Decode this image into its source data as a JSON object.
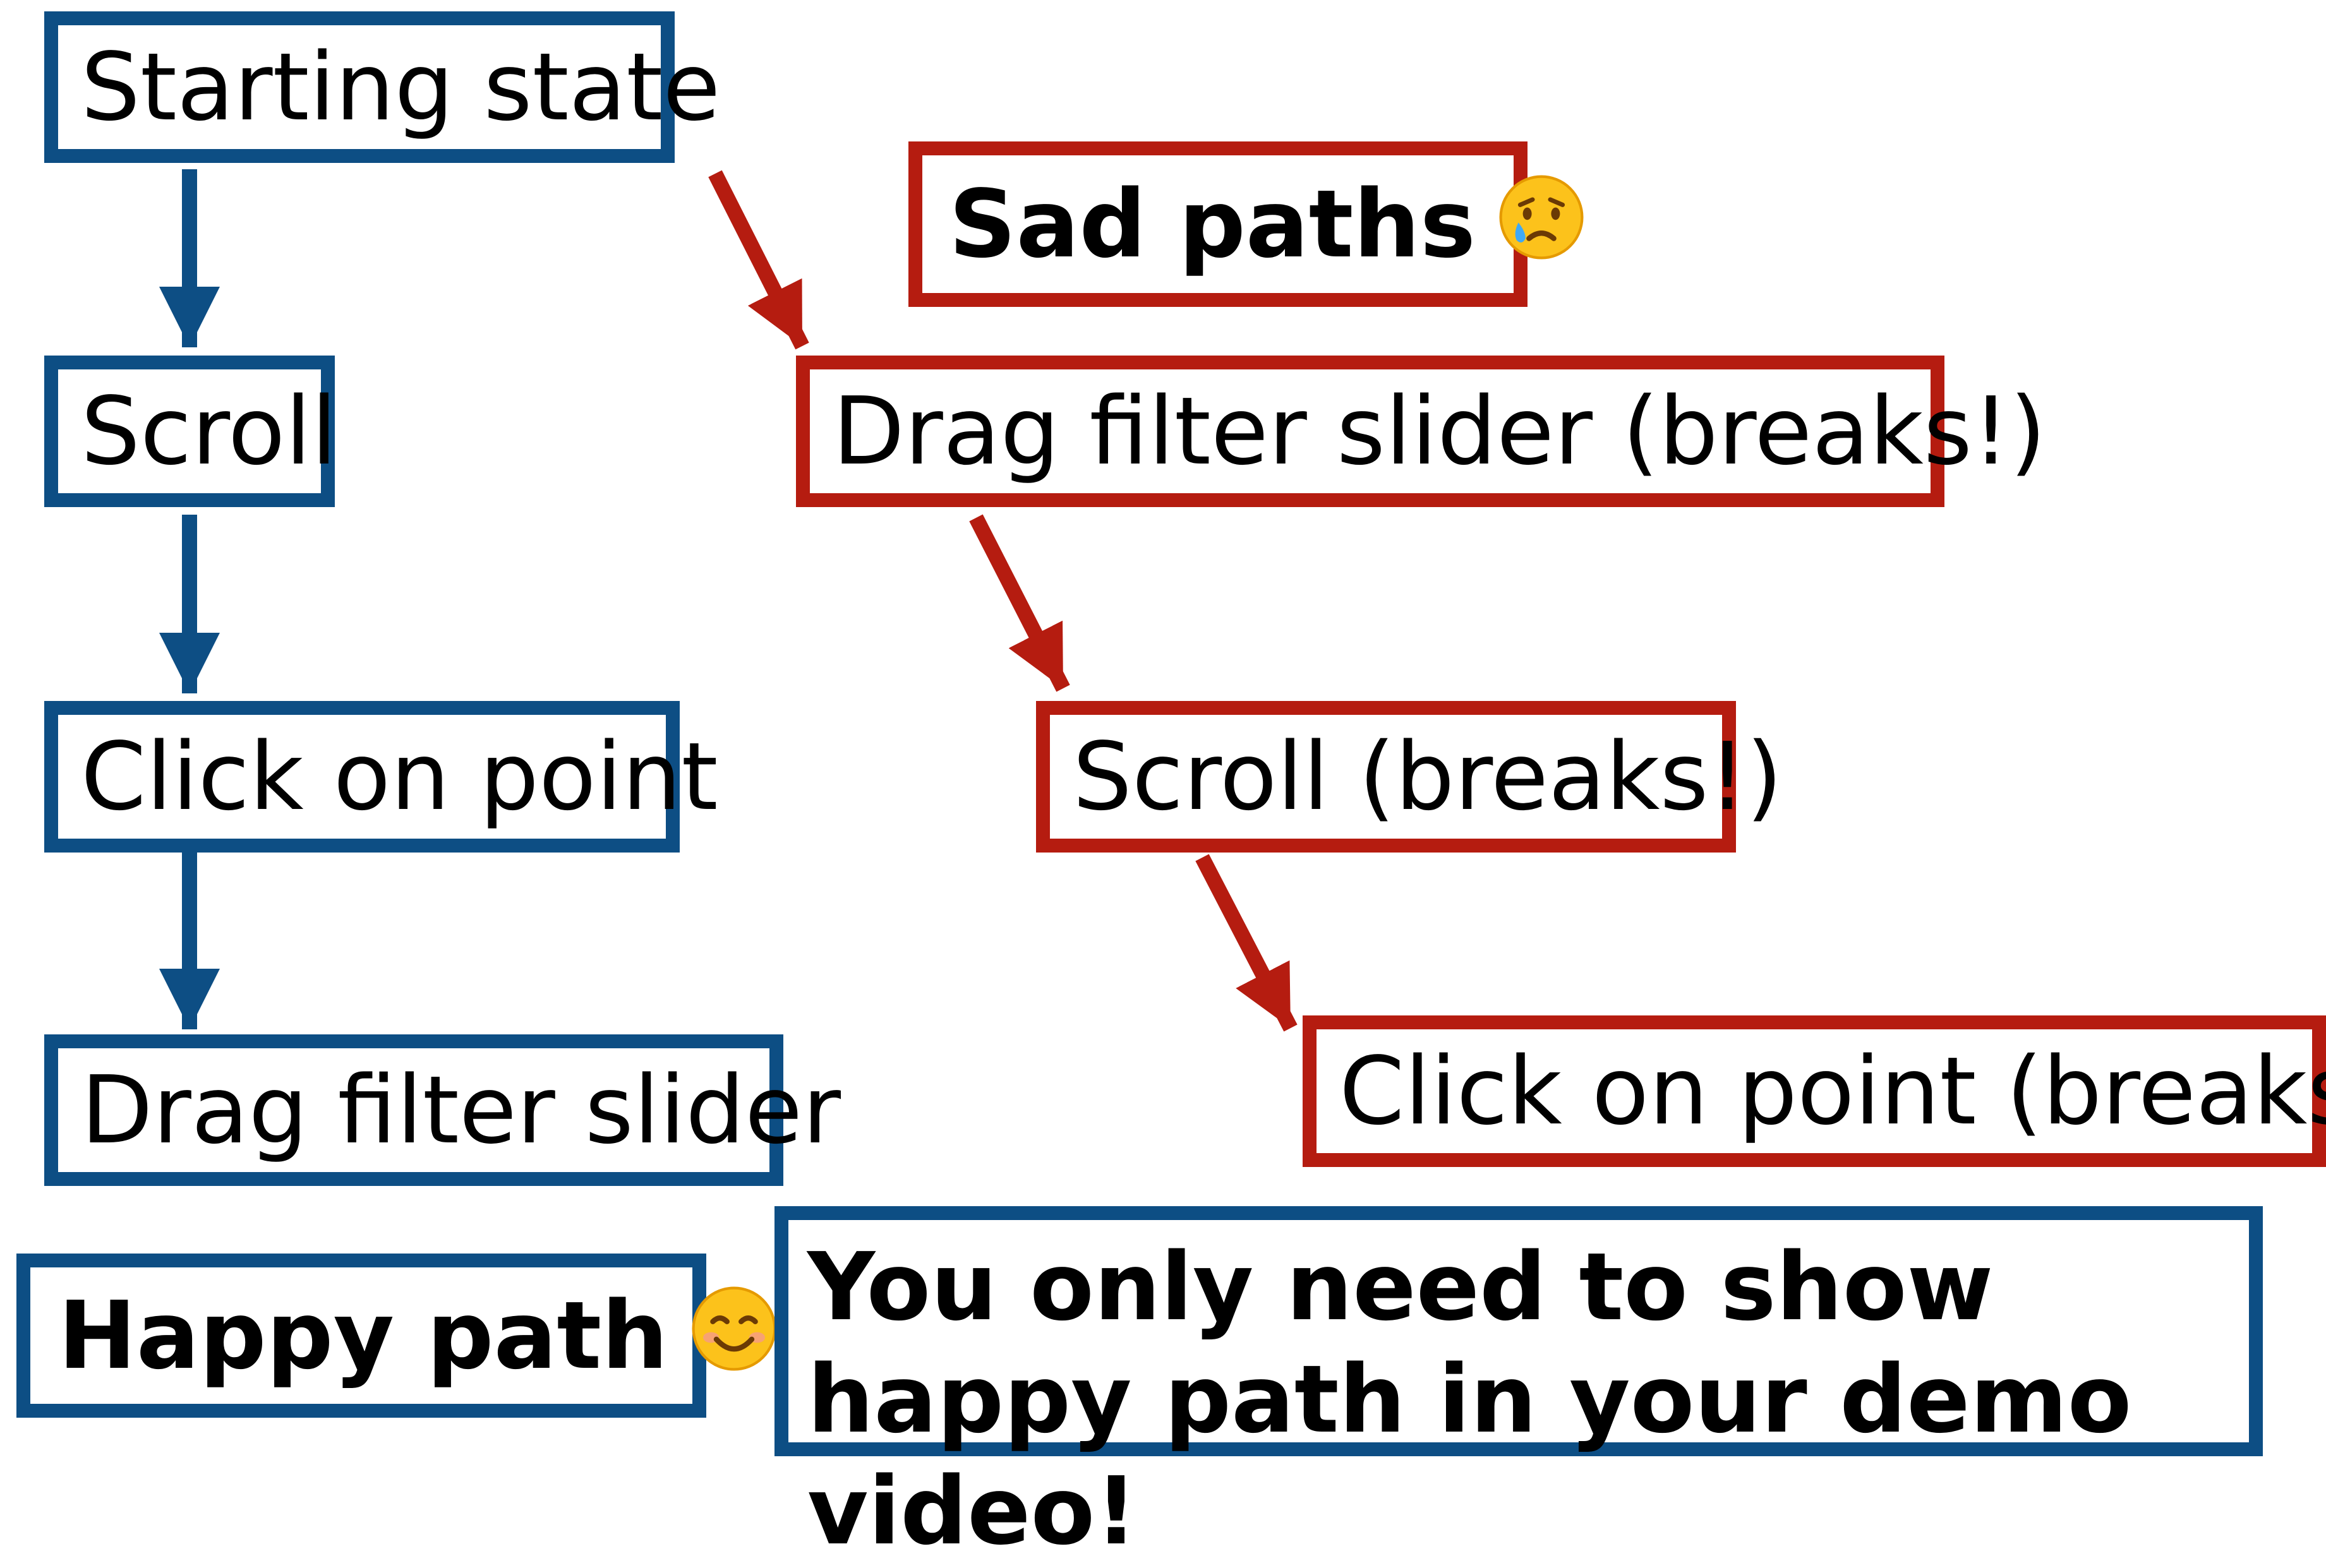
{
  "happy_path": {
    "steps": [
      "Starting state",
      "Scroll",
      "Click on point",
      "Drag filter slider"
    ],
    "label": "Happy path",
    "emoji_icon": "smiling-face-icon",
    "color": "#0d4e84"
  },
  "sad_paths": {
    "label": "Sad paths",
    "emoji_icon": "crying-face-icon",
    "steps": [
      "Drag filter slider (breaks!)",
      "Scroll (breaks!)",
      "Click on point (breaks!)"
    ],
    "color": "#b51c10"
  },
  "note": {
    "text": "You only need to show happy path in your demo video!"
  }
}
